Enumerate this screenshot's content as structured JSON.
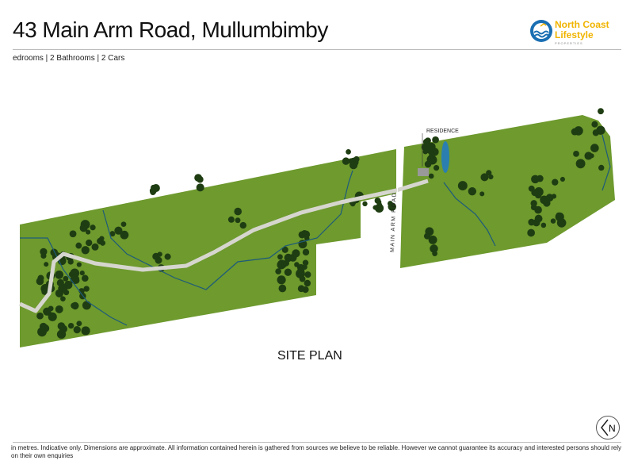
{
  "header": {
    "title": "43 Main Arm Road, Mullumbimby",
    "subtitle": "edrooms  | 2 Bathrooms  |  2 Cars"
  },
  "logo": {
    "line1": "North Coast",
    "line2": "Lifestyle",
    "line3": "PROPERTIES"
  },
  "plan": {
    "residence_label": "RESIDENCE",
    "road_label": "MAIN ARM ROAD",
    "caption": "SITE PLAN",
    "colors": {
      "grass": "#6e9a2e",
      "trees": "#1f3d12",
      "creek": "#1d5a7a",
      "driveway": "#d6d6cf",
      "dam": "#2a7fb0"
    }
  },
  "north_arrow": {
    "letter": "N"
  },
  "footer": {
    "disclaimer": "in metres.  Indicative only.  Dimensions are approximate.  All information contained herein is gathered from sources we believe to be reliable.  However we cannot guarantee its accuracy and interested persons should rely on their own enquiries"
  }
}
